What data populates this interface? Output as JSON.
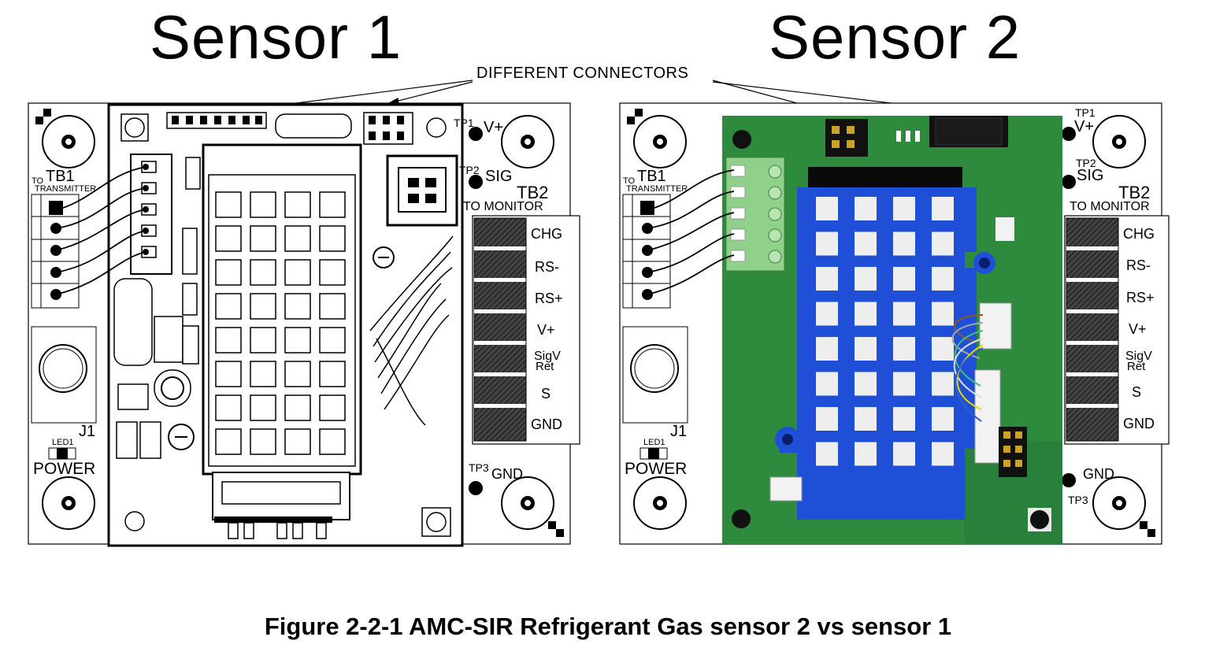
{
  "titles": {
    "sensor1": "Sensor 1",
    "sensor2": "Sensor 2"
  },
  "callout": "DIFFERENT CONNECTORS",
  "caption": "Figure 2-2-1 AMC-SIR Refrigerant Gas sensor 2 vs sensor 1",
  "board1": {
    "tb1": "TB1",
    "to": "TO",
    "transmitter": "TRANSMITTER",
    "tb2": "TB2",
    "to_monitor": "TO MONITOR",
    "tp1": "TP1",
    "tp2": "TP2",
    "tp3": "TP3",
    "vplus": "V+",
    "sig": "SIG",
    "gnd": "GND",
    "j1": "J1",
    "led1": "LED1",
    "power": "POWER",
    "terminals": [
      "CHG",
      "RS-",
      "RS+",
      "V+",
      "SigV",
      "Ret",
      "S",
      "GND"
    ]
  },
  "board2": {
    "tb1": "TB1",
    "to": "TO",
    "transmitter": "TRANSMITTER",
    "tb2": "TB2",
    "to_monitor": "TO MONITOR",
    "tp1": "TP1",
    "tp2": "TP2",
    "tp3": "TP3",
    "vplus": "V+",
    "sig": "SIG",
    "gnd": "GND",
    "j1": "J1",
    "led1": "LED1",
    "power": "POWER",
    "terminals": [
      "CHG",
      "RS-",
      "RS+",
      "V+",
      "SigV",
      "Ret",
      "S",
      "GND"
    ]
  },
  "colors": {
    "pcb_green": "#2e8b3e",
    "sensor_blue": "#1f4fd6",
    "terminal_green": "#8fd18a"
  }
}
